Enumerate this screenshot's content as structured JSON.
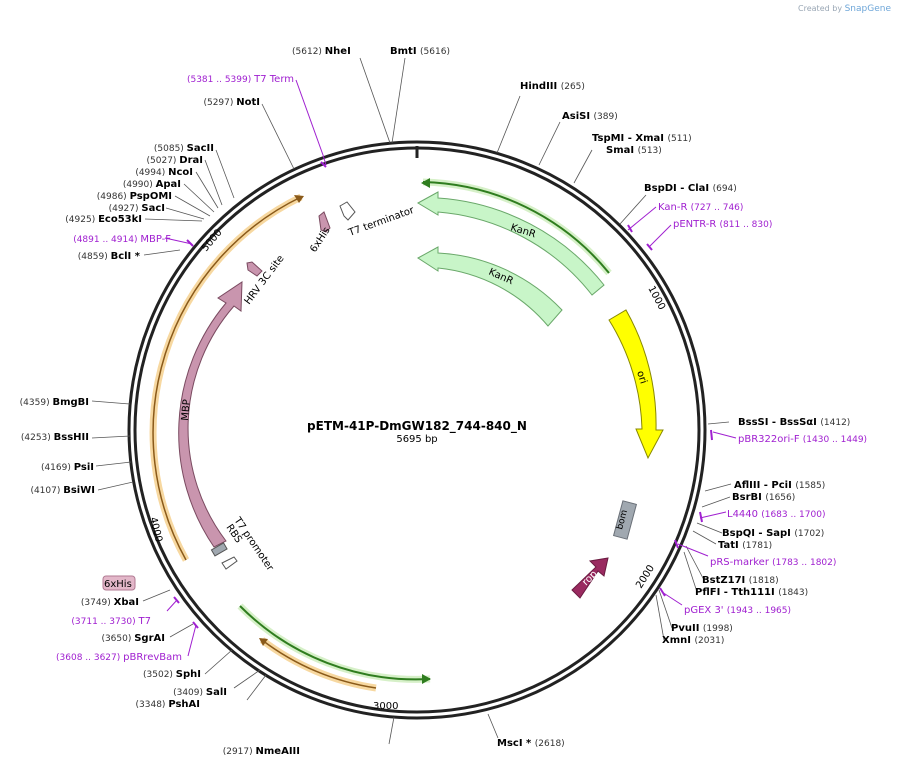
{
  "brand": {
    "created_by": "Created by",
    "app": "SnapGene"
  },
  "title": "pETM-41P-DmGW182_744-840_N",
  "subtitle": "5695 bp",
  "ticks": [
    "1000",
    "2000",
    "3000",
    "4000",
    "5000"
  ],
  "sites": [
    {
      "pos": "(5612)",
      "name": "NheI"
    },
    {
      "pos": "(5616)",
      "name": "BmtI"
    },
    {
      "pos": "(265)",
      "name": "HindIII"
    },
    {
      "pos": "(389)",
      "name": "AsiSI"
    },
    {
      "pos": "(511)",
      "name": "TspMI - XmaI"
    },
    {
      "pos": "(513)",
      "name": "SmaI"
    },
    {
      "pos": "(694)",
      "name": "BspDI - ClaI"
    },
    {
      "pos": "(1412)",
      "name": "BssSI - BssSαI"
    },
    {
      "pos": "(1585)",
      "name": "AflIII - PciI"
    },
    {
      "pos": "(1656)",
      "name": "BsrBI"
    },
    {
      "pos": "(1702)",
      "name": "BspQI - SapI"
    },
    {
      "pos": "(1781)",
      "name": "TatI"
    },
    {
      "pos": "(1818)",
      "name": "BstZ17I"
    },
    {
      "pos": "(1843)",
      "name": "PflFI - Tth111I"
    },
    {
      "pos": "(1998)",
      "name": "PvuII"
    },
    {
      "pos": "(2031)",
      "name": "XmnI"
    },
    {
      "pos": "(2618)",
      "name": "MscI *"
    },
    {
      "pos": "(2917)",
      "name": "NmeAIII"
    },
    {
      "pos": "(3348)",
      "name": "PshAI"
    },
    {
      "pos": "(3409)",
      "name": "SalI"
    },
    {
      "pos": "(3502)",
      "name": "SphI"
    },
    {
      "pos": "(3650)",
      "name": "SgrAI"
    },
    {
      "pos": "(3749)",
      "name": "XbaI"
    },
    {
      "pos": "(4107)",
      "name": "BsiWI"
    },
    {
      "pos": "(4169)",
      "name": "PsiI"
    },
    {
      "pos": "(4253)",
      "name": "BssHII"
    },
    {
      "pos": "(4359)",
      "name": "BmgBI"
    },
    {
      "pos": "(4859)",
      "name": "BclI *"
    },
    {
      "pos": "(4925)",
      "name": "Eco53kI"
    },
    {
      "pos": "(4927)",
      "name": "SacI"
    },
    {
      "pos": "(4986)",
      "name": "PspOMI"
    },
    {
      "pos": "(4990)",
      "name": "ApaI"
    },
    {
      "pos": "(4994)",
      "name": "NcoI"
    },
    {
      "pos": "(5027)",
      "name": "DraI"
    },
    {
      "pos": "(5085)",
      "name": "SacII"
    },
    {
      "pos": "(5297)",
      "name": "NotI"
    }
  ],
  "primers": [
    {
      "pos": "(5381 .. 5399)",
      "name": "T7 Term"
    },
    {
      "pos": "(727 .. 746)",
      "name": "Kan-R"
    },
    {
      "pos": "(811 .. 830)",
      "name": "pENTR-R"
    },
    {
      "pos": "(1430 .. 1449)",
      "name": "pBR322ori-F"
    },
    {
      "pos": "(1683 .. 1700)",
      "name": "L4440"
    },
    {
      "pos": "(1783 .. 1802)",
      "name": "pRS-marker"
    },
    {
      "pos": "(1943 .. 1965)",
      "name": "pGEX 3'"
    },
    {
      "pos": "(3711 .. 3730)",
      "name": "T7"
    },
    {
      "pos": "(3608 .. 3627)",
      "name": "pBRrevBam"
    },
    {
      "pos": "(4891 .. 4914)",
      "name": "MBP-F"
    }
  ],
  "features": {
    "kanr_outer": "KanR",
    "kanr_inner": "KanR",
    "ori": "ori",
    "bom": "bom",
    "rop": "rop",
    "mbp": "MBP",
    "hrv": "HRV 3C site",
    "his_inner": "6xHis",
    "t7_terminator": "T7 terminator",
    "t7_promoter": "T7 promoter",
    "rbs": "RBS",
    "his_outer": "6xHis"
  },
  "colors": {
    "backbone": "#222222",
    "site_text": "#000000",
    "pos_text": "#333333",
    "primer": "#a020d0",
    "kanr_fill": "#c8f5c8",
    "kanr_stroke": "#6aa86a",
    "ori_fill": "#ffff00",
    "bom_fill": "#a0a8b0",
    "rop_fill": "#9a2a60",
    "mbp_fill": "#c995ae",
    "orf_green": "#3a9a2a",
    "orf_orange": "#f0b050"
  }
}
